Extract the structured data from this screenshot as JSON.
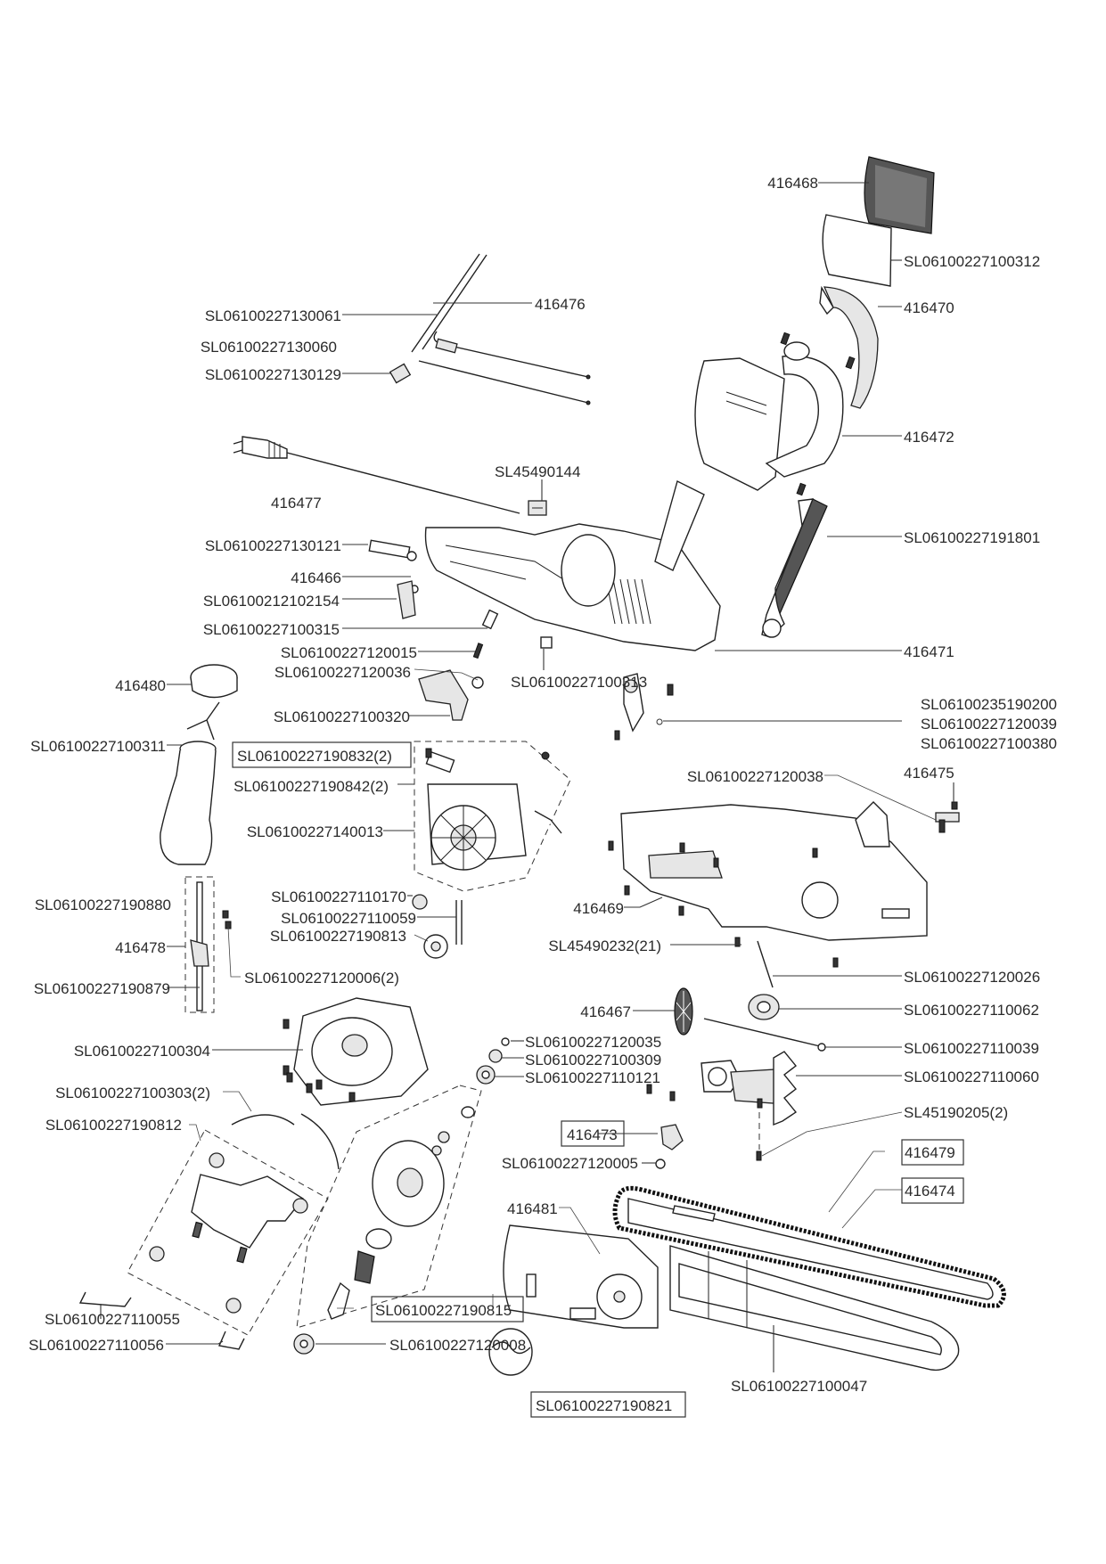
{
  "title": "Electric chainsaw exploded parts diagram",
  "labels": {
    "p416468": "416468",
    "p100312": "SL06100227100312",
    "p416470": "416470",
    "p416472": "416472",
    "p416476": "416476",
    "p130061": "SL06100227130061",
    "p130060": "SL06100227130060",
    "p130129": "SL06100227130129",
    "p416477": "416477",
    "p45490144": "SL45490144",
    "p191801": "SL06100227191801",
    "p130121": "SL06100227130121",
    "p416466": "416466",
    "p102154": "SL06100212102154",
    "p100315": "SL06100227100315",
    "p120015": "SL06100227120015",
    "p120036": "SL06100227120036",
    "p100313": "SL06100227100313",
    "p416471": "416471",
    "p416480": "416480",
    "p100320": "SL06100227100320",
    "p190200": "SL06100235190200",
    "p120039": "SL06100227120039",
    "p100380": "SL06100227100380",
    "p100311": "SL06100227100311",
    "p190832": "SL06100227190832(2)",
    "p190842": "SL06100227190842(2)",
    "p120038": "SL06100227120038",
    "p416475": "416475",
    "p140013": "SL06100227140013",
    "p110170": "SL06100227110170",
    "p110059": "SL06100227110059",
    "p190813": "SL06100227190813",
    "p190880": "SL06100227190880",
    "p416478": "416478",
    "p190879": "SL06100227190879",
    "p120006": "SL06100227120006(2)",
    "p416469": "416469",
    "p45490232": "SL45490232(21)",
    "p120026": "SL06100227120026",
    "p416467": "416467",
    "p110062": "SL06100227110062",
    "p100304": "SL06100227100304",
    "p120035": "SL06100227120035",
    "p100309": "SL06100227100309",
    "p110121": "SL06100227110121",
    "p110039": "SL06100227110039",
    "p110060": "SL06100227110060",
    "p100303": "SL06100227100303(2)",
    "p45190205": "SL45190205(2)",
    "p190812": "SL06100227190812",
    "p416473": "416473",
    "p120005": "SL06100227120005",
    "p416479": "416479",
    "p416474": "416474",
    "p416481": "416481",
    "p110055": "SL06100227110055",
    "p190815": "SL06100227190815",
    "p110056": "SL06100227110056",
    "p120008": "SL06100227120008",
    "p100047": "SL06100227100047",
    "p190821": "SL06100227190821"
  }
}
